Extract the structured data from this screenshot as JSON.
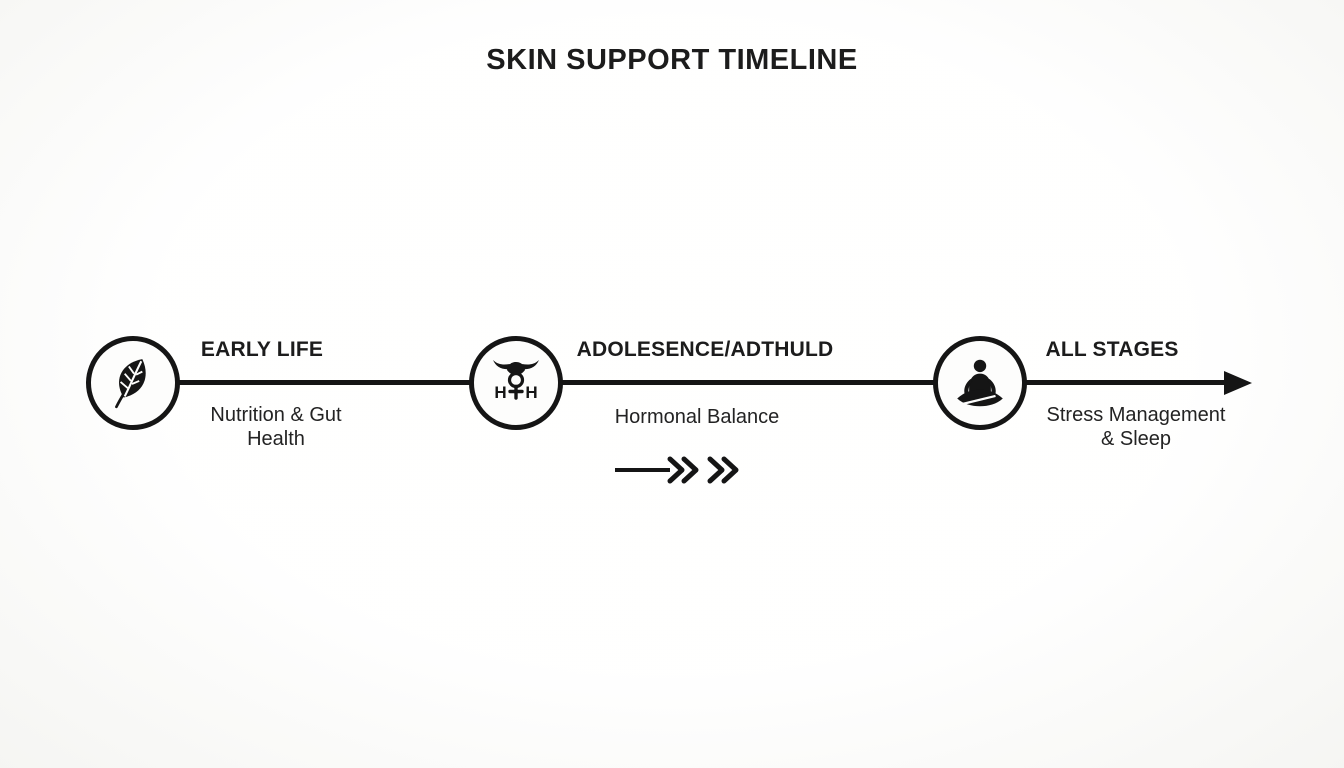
{
  "title": "SKIN SUPPORT TIMELINE",
  "stages": [
    {
      "label": "EARLY LIFE",
      "description": "Nutrition & Gut\nHealth",
      "icon": "leaf-icon"
    },
    {
      "label": "ADOLESENCE/ADTHULD",
      "description": "Hormonal Balance",
      "icon": "hormone-icon",
      "icon_letters": [
        "H",
        "H"
      ]
    },
    {
      "label": "ALL STAGES",
      "description": "Stress Management\n& Sleep",
      "icon": "meditation-icon"
    }
  ],
  "colors": {
    "ink": "#151515",
    "background": "#fcfcfa"
  }
}
